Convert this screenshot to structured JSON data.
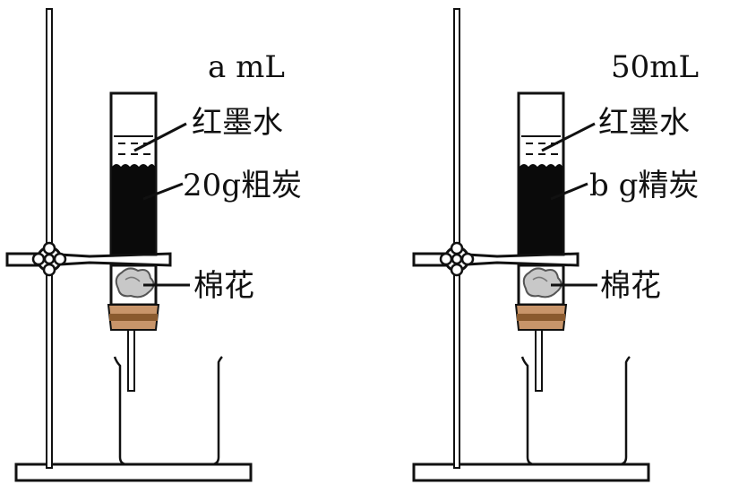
{
  "setups": [
    {
      "volume_label": "a mL",
      "ink_label": "红墨水",
      "carbon_label": "20g粗炭",
      "cotton_label": "棉花"
    },
    {
      "volume_label": "50mL",
      "ink_label": "红墨水",
      "carbon_label": "b g精炭",
      "cotton_label": "棉花"
    }
  ],
  "colors": {
    "line": "#111111",
    "carbon": "#0a0a0a",
    "cotton": "#c8c8c8",
    "stopper": "#c8956a",
    "stopper_band": "#8a5a2e",
    "background": "#ffffff"
  }
}
